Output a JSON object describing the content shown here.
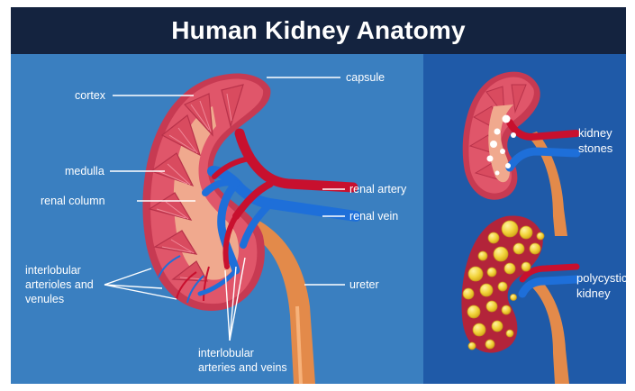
{
  "title": "Human Kidney Anatomy",
  "labels": {
    "cortex": "cortex",
    "capsule": "capsule",
    "medulla": "medulla",
    "renal_column": "renal column",
    "renal_artery": "renal artery",
    "renal_vein": "renal vein",
    "interlobular_arterioles_line1": "interlobular",
    "interlobular_arterioles_line2": "arterioles and",
    "interlobular_arterioles_line3": "venules",
    "ureter": "ureter",
    "interlobular_arteries_line1": "interlobular",
    "interlobular_arteries_line2": "arteries and veins",
    "kidney_stones_line1": "kidney",
    "kidney_stones_line2": "stones",
    "polycystic_line1": "polycystic",
    "polycystic_line2": "kidney"
  },
  "colors": {
    "title_bar": "#14233f",
    "left_panel": "#3a7fc0",
    "right_panel": "#1f5aa8",
    "kidney_outer": "#e0566a",
    "kidney_inner": "#f0a98e",
    "pyramid": "#d94b5f",
    "artery": "#c8102e",
    "vein": "#1e6fd9",
    "ureter": "#e38a4a",
    "cyst": "#f2d43b",
    "polycystic_base": "#b3243a",
    "stone": "#ffffff"
  },
  "icons": {
    "main_kidney": "kidney-cross-section-illustration",
    "stones_kidney": "kidney-with-stones-illustration",
    "polycystic_kidney": "polycystic-kidney-illustration"
  }
}
